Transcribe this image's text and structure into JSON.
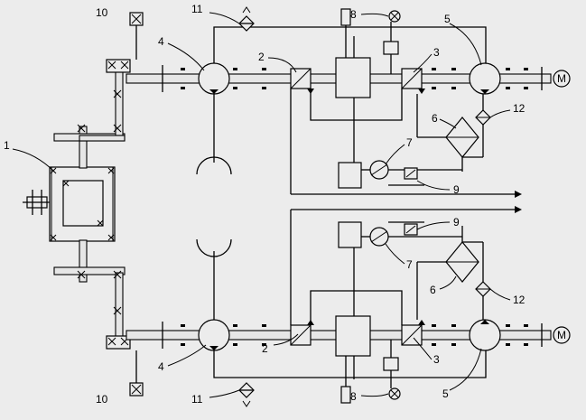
{
  "diagram": {
    "background": "#ececec",
    "line_color": "#000000",
    "labels": {
      "n1": "1",
      "n2a": "2",
      "n2b": "2",
      "n3a": "3",
      "n3b": "3",
      "n4a": "4",
      "n4b": "4",
      "n5a": "5",
      "n5b": "5",
      "n6a": "6",
      "n6b": "6",
      "n7a": "7",
      "n7b": "7",
      "n8a": "8",
      "n8b": "8",
      "n9a": "9",
      "n9b": "9",
      "n10a": "10",
      "n10b": "10",
      "n11a": "11",
      "n11b": "11",
      "n12a": "12",
      "n12b": "12"
    },
    "motor_symbol": "M"
  }
}
